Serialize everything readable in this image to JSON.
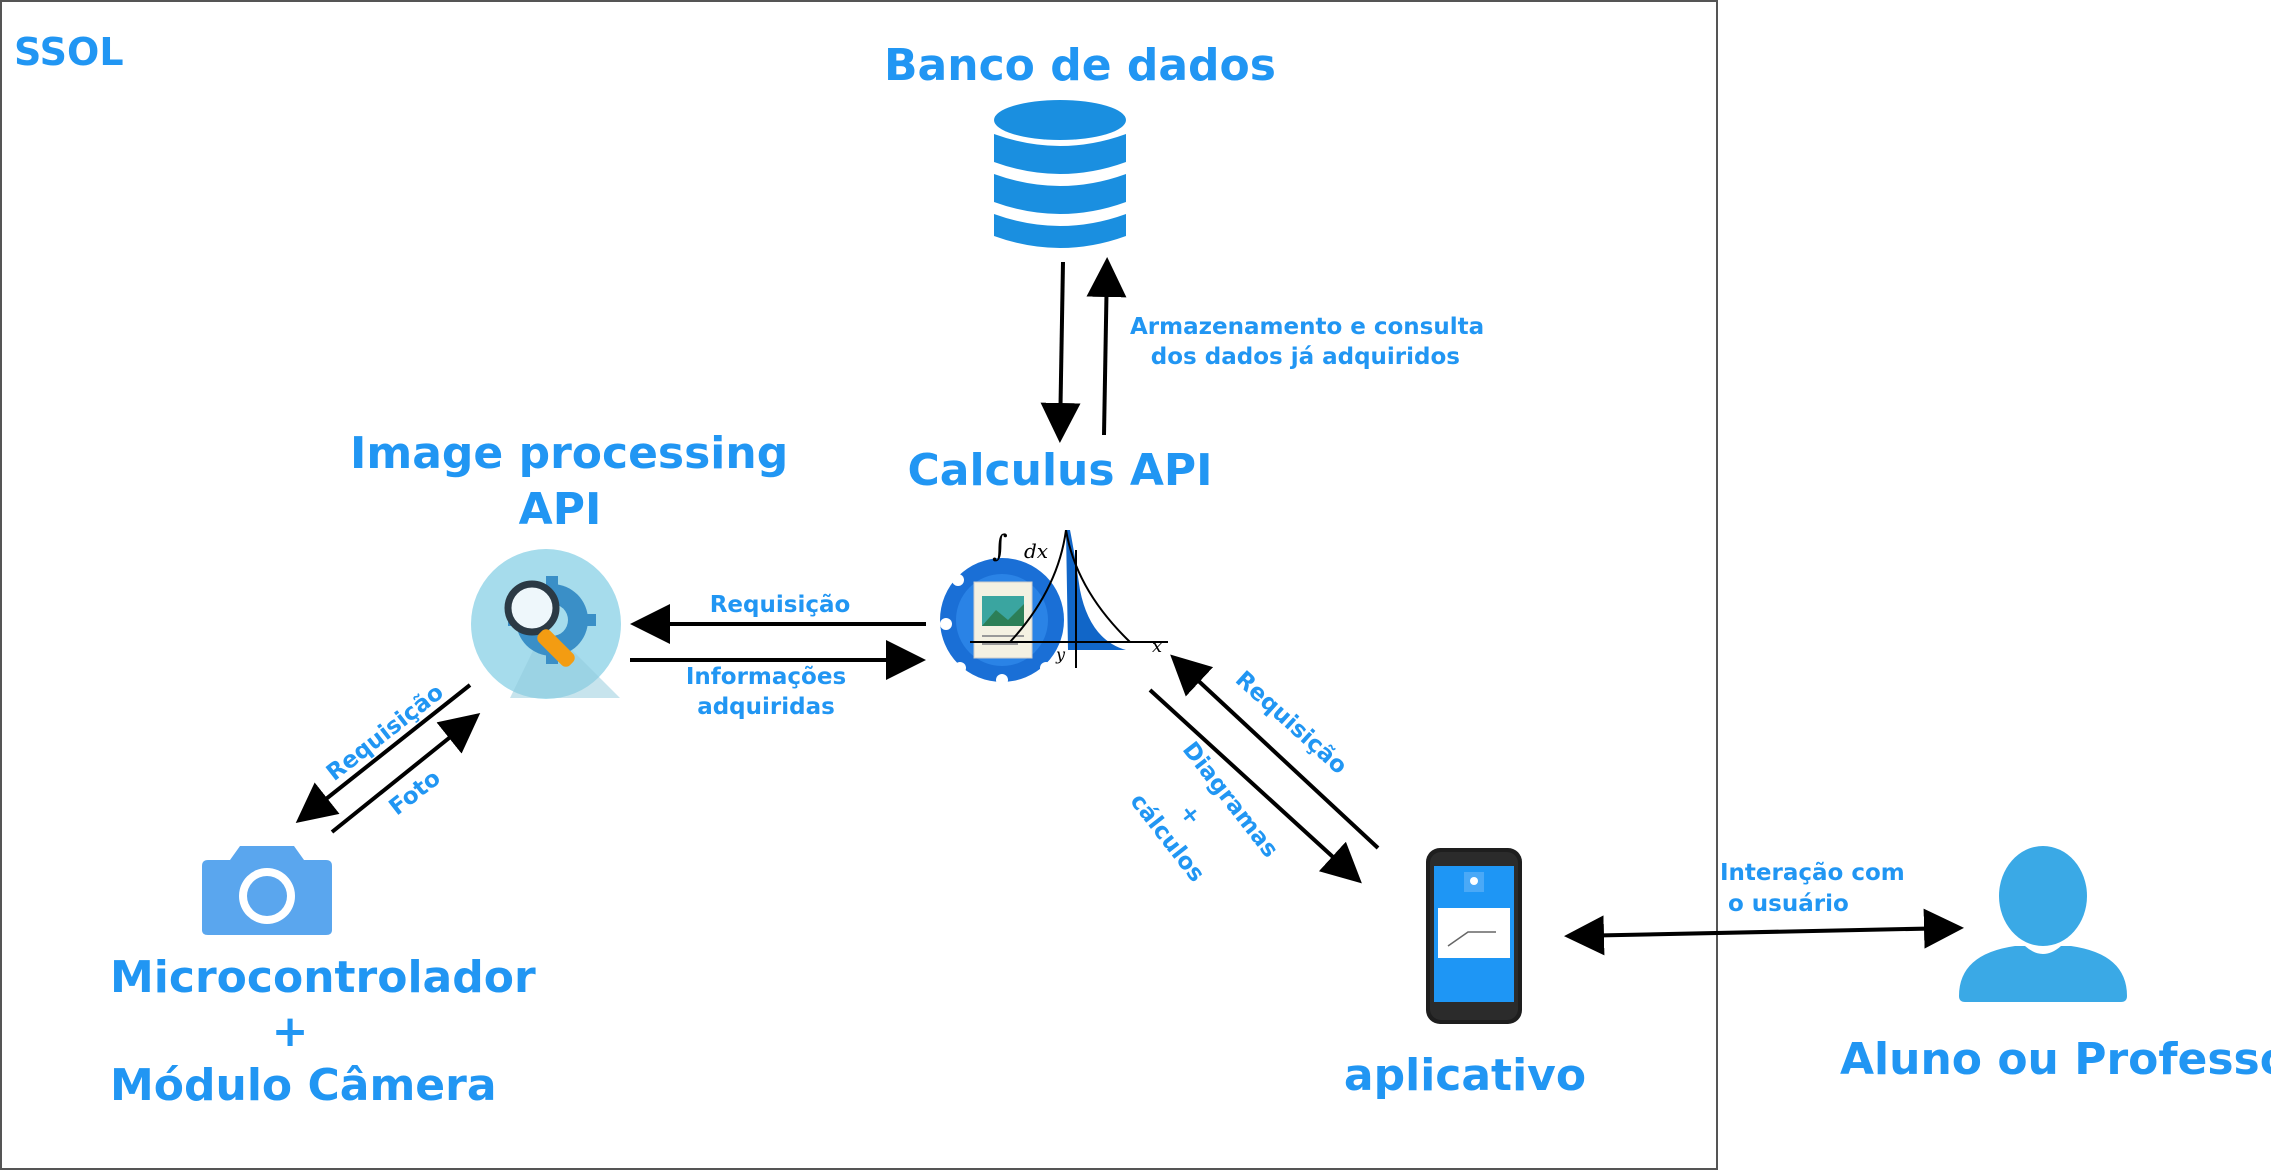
{
  "system_title": "SSOL",
  "nodes": {
    "database": {
      "label": "Banco de dados",
      "icon": "database-icon"
    },
    "calculus": {
      "label": "Calculus API",
      "icon": "calculus-api-icon"
    },
    "image_processing": {
      "label_line1": "Image processing",
      "label_line2": "API",
      "icon": "magnifier-gear-icon"
    },
    "microcontroller": {
      "label_line1": "Microcontrolador",
      "label_line2": "+",
      "label_line3": "Módulo Câmera",
      "icon": "camera-icon"
    },
    "app": {
      "label": "aplicativo",
      "icon": "smartphone-icon"
    },
    "user": {
      "label": "Aluno ou Professor",
      "icon": "user-icon"
    }
  },
  "edges": {
    "db_calc": {
      "line1": "Armazenamento e consulta",
      "line2": "dos dados já adquiridos"
    },
    "calc_to_img": {
      "label": "Requisição"
    },
    "img_to_calc": {
      "line1": "Informações",
      "line2": "adquiridas"
    },
    "img_to_cam": {
      "label": "Requisição"
    },
    "cam_to_img": {
      "label": "Foto"
    },
    "app_to_calc": {
      "label": "Requisição"
    },
    "calc_to_app": {
      "line1": "Diagramas",
      "line2": "+",
      "line3": "cálculos"
    },
    "app_user": {
      "line1": "Interação com",
      "line2": "o usuário"
    }
  },
  "calculus_icon_text": {
    "integral": "∫",
    "dx": "dx",
    "x": "x",
    "y": "y"
  },
  "colors": {
    "label_blue": "#2196f3",
    "icon_blue": "#1a8fe0",
    "arrow": "#000000",
    "frame": "#555555"
  }
}
